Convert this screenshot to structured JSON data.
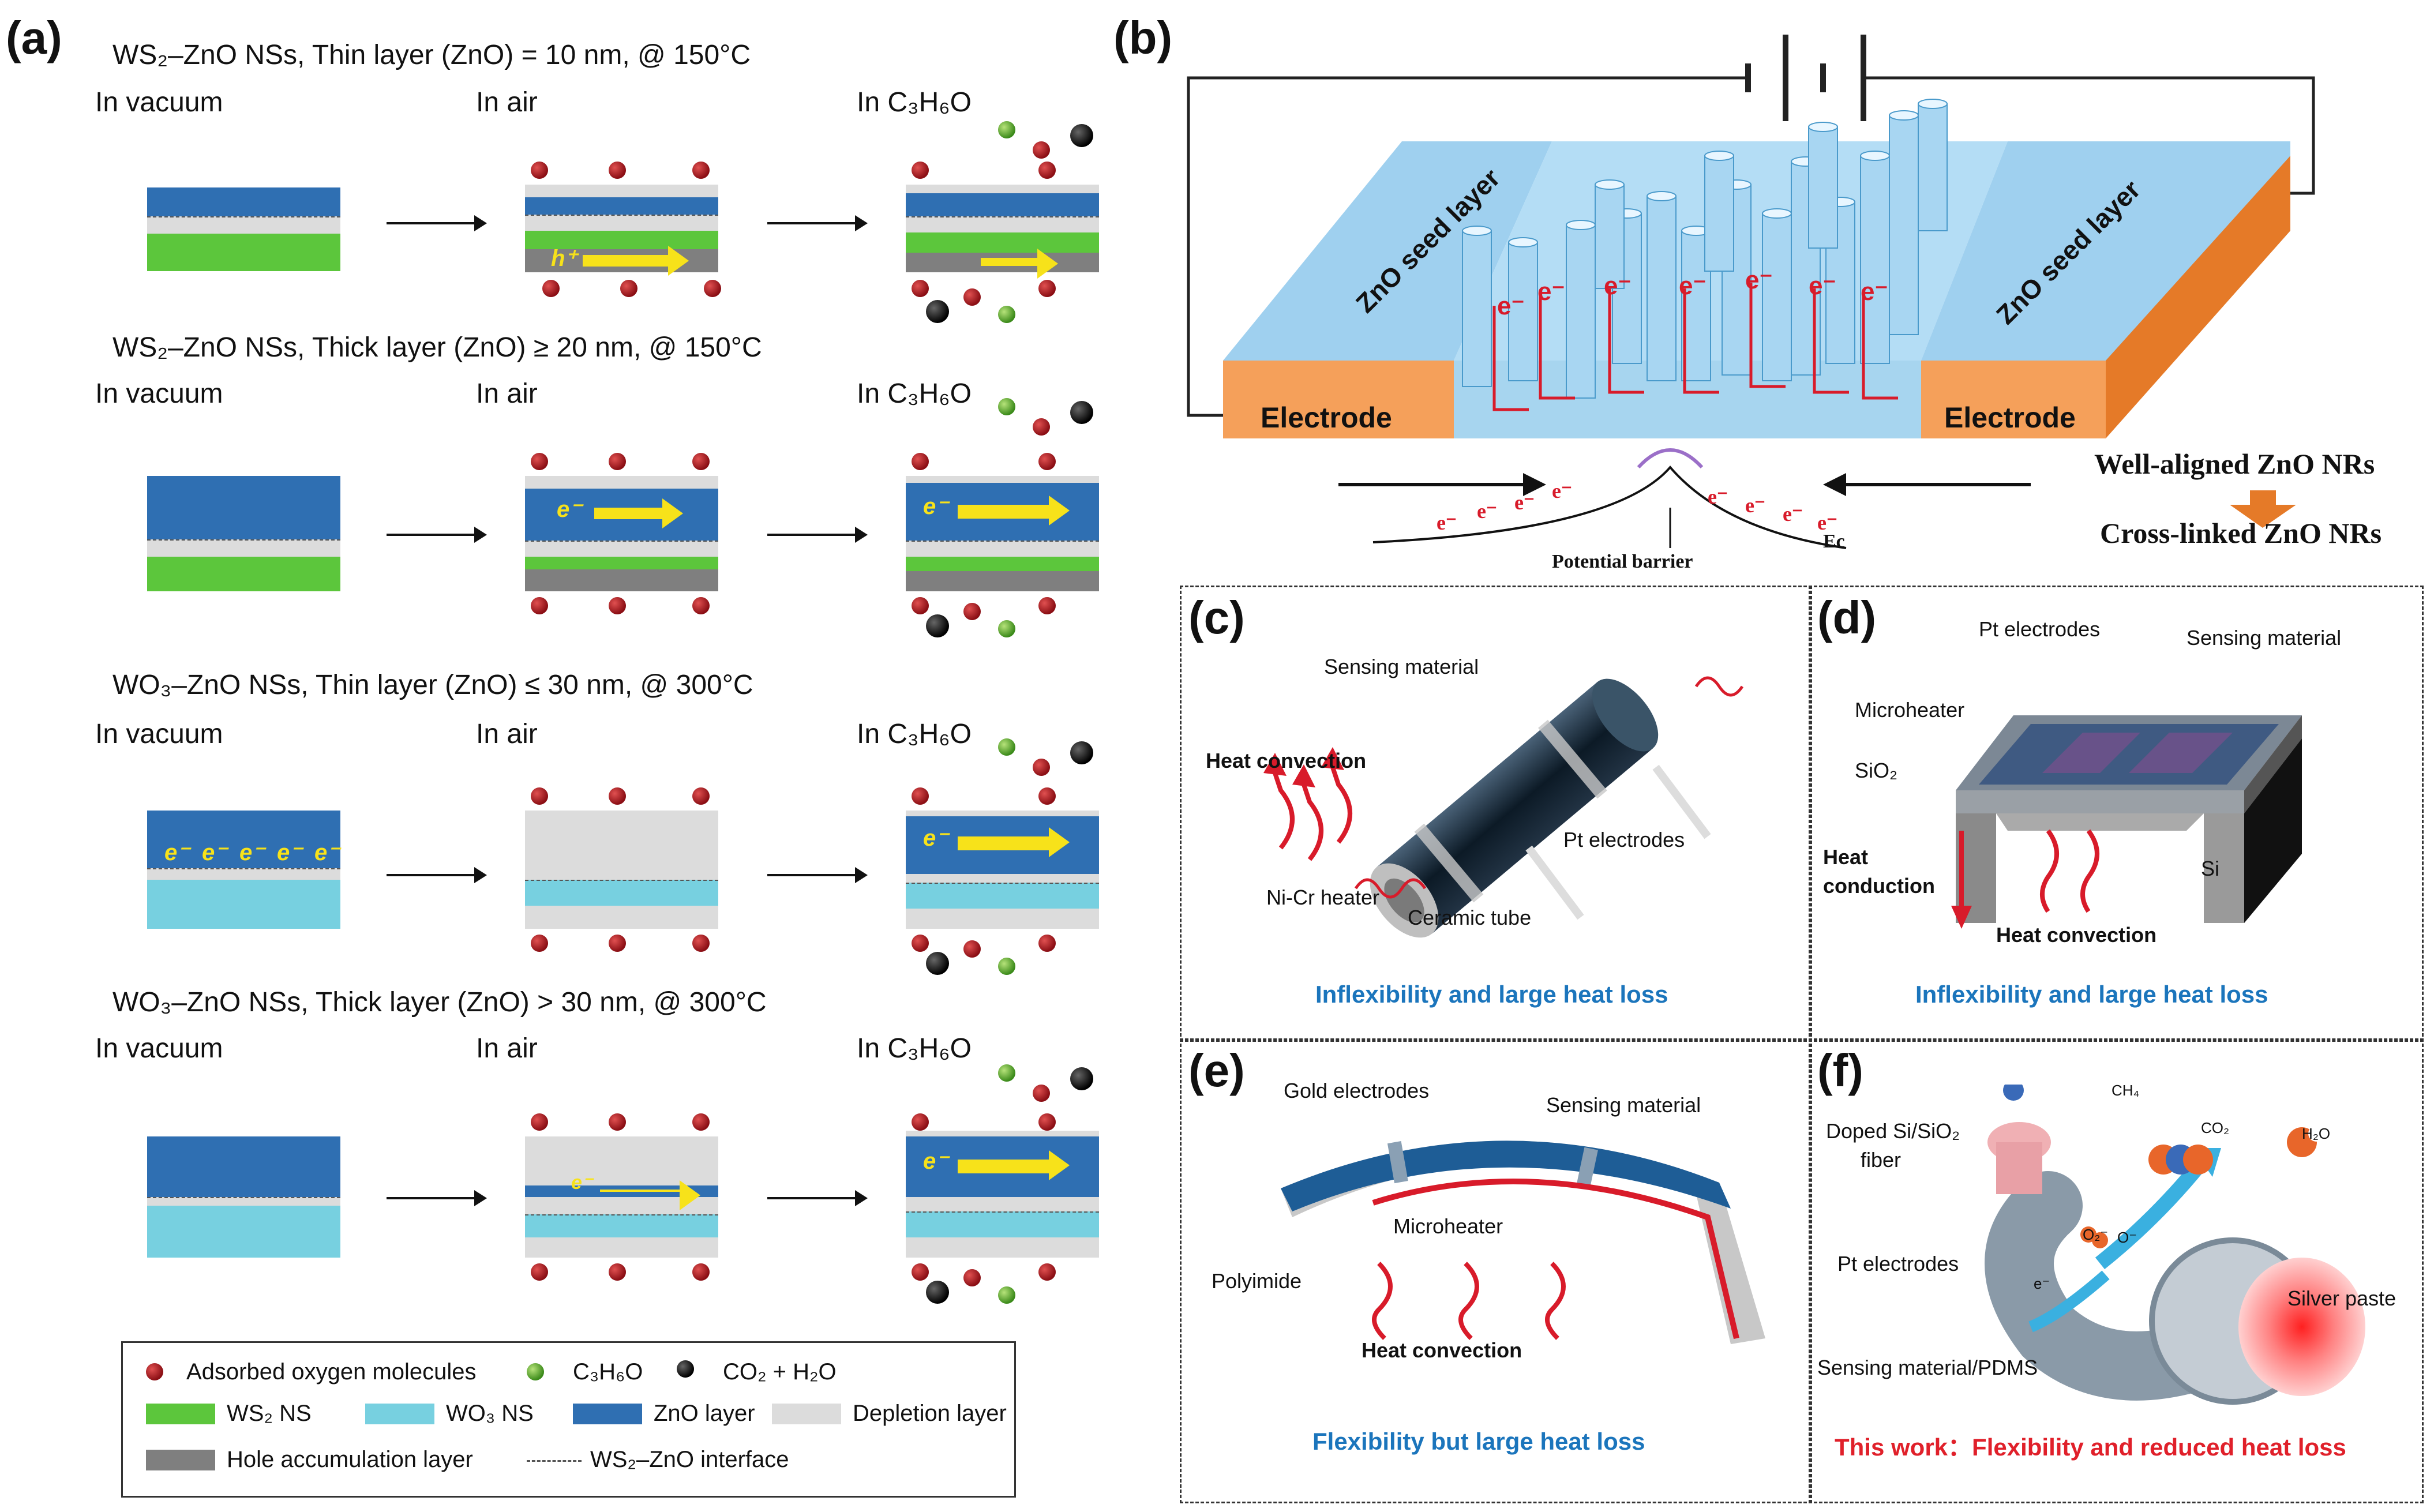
{
  "panels": {
    "a": "(a)",
    "b": "(b)",
    "c": "(c)",
    "d": "(d)",
    "e": "(e)",
    "f": "(f)"
  },
  "panel_a": {
    "rows": [
      {
        "title": "WS₂–ZnO NSs, Thin layer (ZnO) = 10 nm, @ 150°C"
      },
      {
        "title": "WS₂–ZnO NSs, Thick layer (ZnO) ≥ 20 nm, @ 150°C"
      },
      {
        "title": "WO₃–ZnO NSs, Thin layer (ZnO) ≤ 30 nm, @ 300°C"
      },
      {
        "title": "WO₃–ZnO NSs, Thick layer (ZnO) > 30 nm, @ 300°C"
      }
    ],
    "columns": [
      "In vacuum",
      "In air",
      "In C₃H₆O"
    ],
    "carrier_hole": "h⁺",
    "carrier_electron": "e⁻",
    "legend": {
      "adsorbed_oxygen": "Adsorbed oxygen molecules",
      "acetone": "C₃H₆O",
      "products": "CO₂ + H₂O",
      "ws2": "WS₂ NS",
      "wo3": "WO₃ NS",
      "zno": "ZnO layer",
      "depletion": "Depletion layer",
      "hole_acc": "Hole accumulation layer",
      "interface": "WS₂–ZnO interface"
    },
    "colors": {
      "zno": "#2f6fb2",
      "ws2": "#5cc63c",
      "wo3": "#77d0e0",
      "depletion": "#dcdcdc",
      "hole": "#7f7f7f"
    }
  },
  "panel_b": {
    "seed_left": "ZnO seed layer",
    "seed_right": "ZnO seed layer",
    "electrode_left": "Electrode",
    "electrode_right": "Electrode",
    "electron": "e⁻",
    "barrier": "Potential barrier",
    "ec": "Ec",
    "aligned": "Well-aligned ZnO NRs",
    "crosslinked": "Cross-linked ZnO NRs"
  },
  "panel_c": {
    "sensing": "Sensing material",
    "heat_conv": "Heat convection",
    "pt": "Pt electrodes",
    "nicr": "Ni-Cr heater",
    "ceramic": "Ceramic tube",
    "caption": "Inflexibility and large heat loss"
  },
  "panel_d": {
    "pt": "Pt electrodes",
    "sensing": "Sensing material",
    "microheater": "Microheater",
    "sio2": "SiO₂",
    "heat_cond_1": "Heat",
    "heat_cond_2": "conduction",
    "si": "Si",
    "heat_conv": "Heat convection",
    "caption": "Inflexibility and large heat loss"
  },
  "panel_e": {
    "gold": "Gold electrodes",
    "sensing": "Sensing material",
    "microheater": "Microheater",
    "polyimide": "Polyimide",
    "heat_conv": "Heat convection",
    "caption": "Flexibility but large heat loss"
  },
  "panel_f": {
    "ch4": "CH₄",
    "co2": "CO₂",
    "h2o": "H₂O",
    "doped_1": "Doped Si/SiO₂",
    "doped_2": "fiber",
    "pt": "Pt electrodes",
    "silver": "Silver paste",
    "sensing": "Sensing material/PDMS",
    "o2": "O₂⁻",
    "o": "O⁻",
    "e": "e⁻",
    "caption": "This work：Flexibility and reduced heat loss"
  }
}
